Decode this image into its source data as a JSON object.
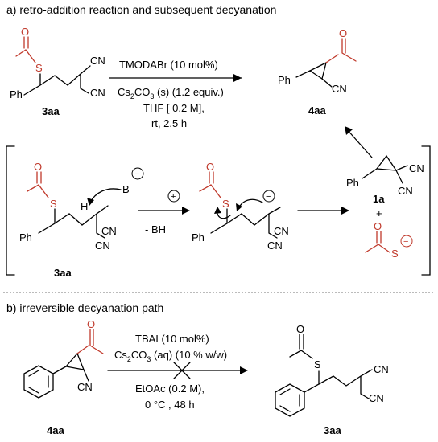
{
  "section_a": {
    "title": "a) retro-addition reaction and subsequent decyanation",
    "reagent_top": "TMODABr (10 mol%)",
    "reagent_cs2co3_pre": "Cs",
    "reagent_cs2co3_sub1": "2",
    "reagent_cs2co3_mid": "CO",
    "reagent_cs2co3_sub2": "3",
    "reagent_cs2co3_post": " (s) (1.2 equiv.)",
    "reagent_solvent": "THF [ 0.2 M],",
    "reagent_conditions": "rt, 2.5 h",
    "start_label": "3aa",
    "product_label": "4aa"
  },
  "mechanism": {
    "base": "B",
    "step_label": "- BH",
    "start_label": "3aa",
    "intermediate_label": "1a",
    "plus": "+"
  },
  "section_b": {
    "title": "b) irreversible decyanation path",
    "reagent_top": "TBAI (10 mol%)",
    "reagent_cs2co3_pre": "Cs",
    "reagent_cs2co3_sub1": "2",
    "reagent_cs2co3_mid": "CO",
    "reagent_cs2co3_sub2": "3",
    "reagent_cs2co3_post": " (aq) (10 % w/w)",
    "reagent_solvent": "EtOAc (0.2 M),",
    "reagent_conditions": "0 °C , 48 h",
    "start_label": "4aa",
    "product_label": "3aa"
  },
  "atoms": {
    "O": "O",
    "S": "S",
    "CN": "CN",
    "Ph": "Ph",
    "H": "H",
    "minus": "−",
    "plus": "+"
  },
  "colors": {
    "ink": "#000000",
    "sulfur_acyl": "#c0392b"
  }
}
